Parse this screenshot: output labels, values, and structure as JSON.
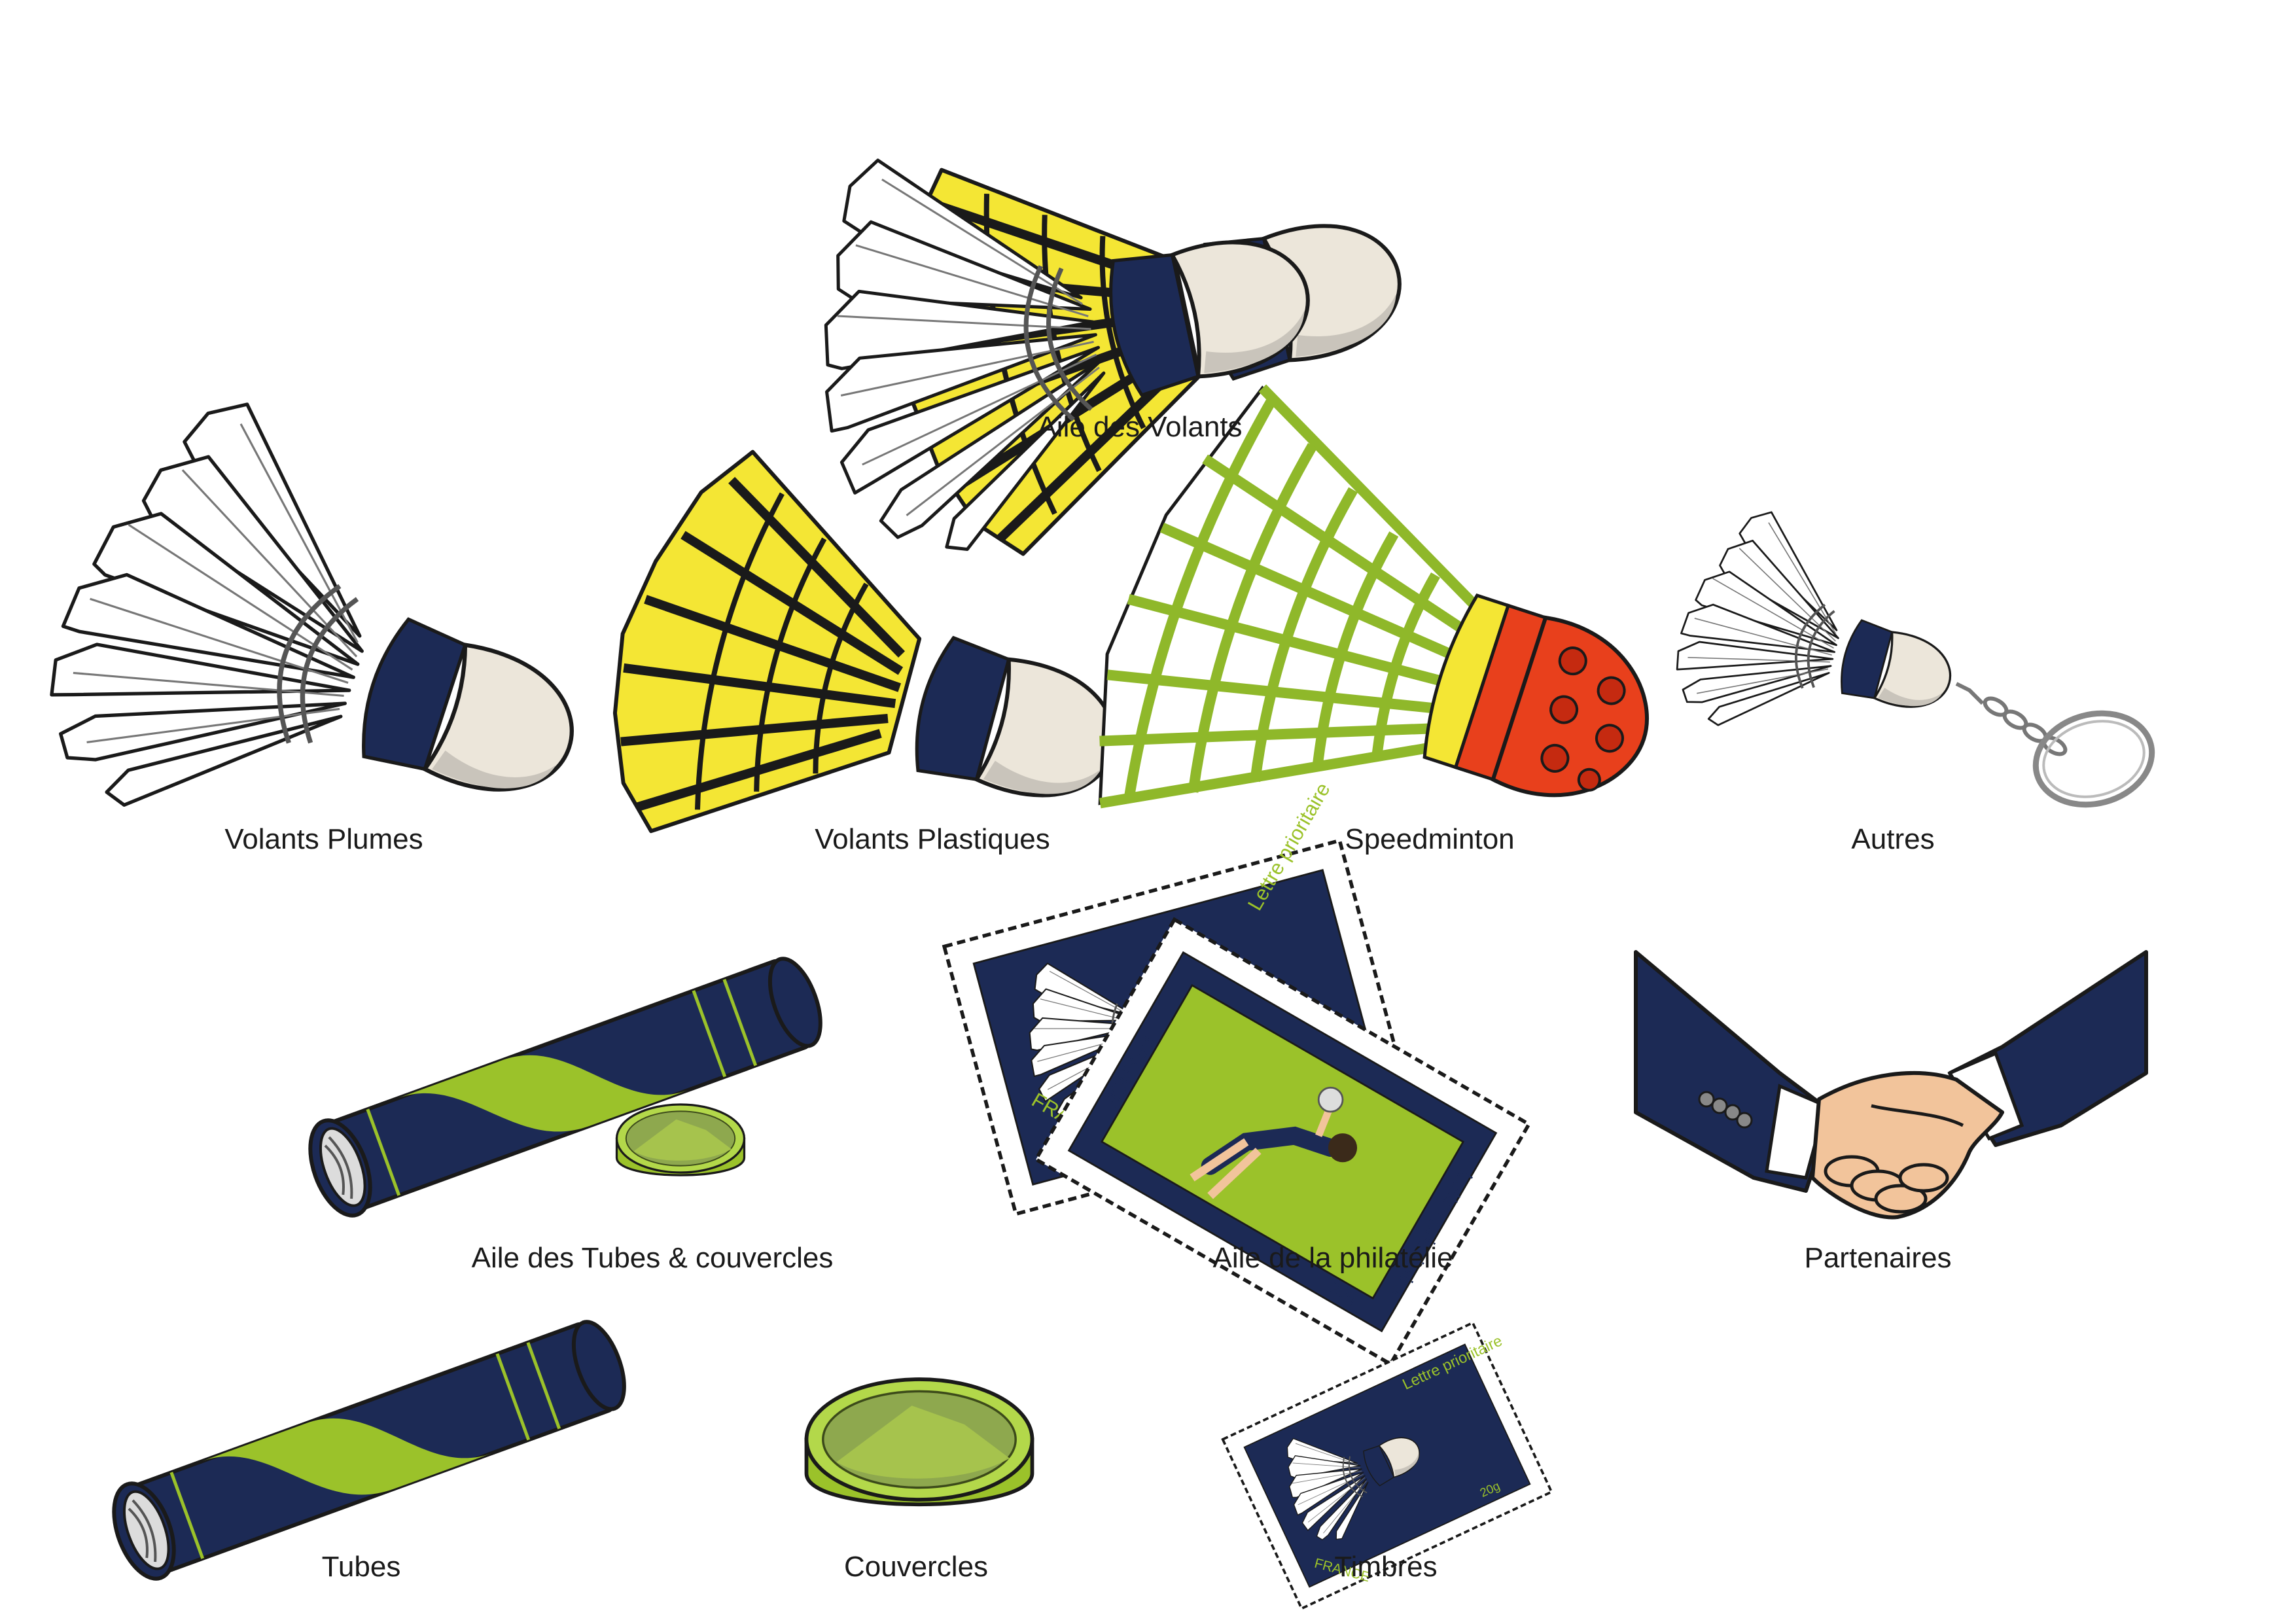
{
  "categories": [
    {
      "id": "aile-volants",
      "label": "Aile des Volants",
      "icon": "shuttlecock-pair-icon"
    },
    {
      "id": "volants-plumes",
      "label": "Volants Plumes",
      "icon": "feather-shuttlecock-icon"
    },
    {
      "id": "volants-plastiques",
      "label": "Volants Plastiques",
      "icon": "plastic-shuttlecock-icon"
    },
    {
      "id": "speedminton",
      "label": "Speedminton",
      "icon": "speedminton-shuttle-icon"
    },
    {
      "id": "autres",
      "label": "Autres",
      "icon": "shuttlecock-keychain-icon"
    },
    {
      "id": "aile-tubes",
      "label": "Aile des Tubes & couvercles",
      "icon": "tube-and-lid-icon"
    },
    {
      "id": "aile-philatelie",
      "label": "Aile de la philatélie",
      "icon": "stamps-icon"
    },
    {
      "id": "partenaires",
      "label": "Partenaires",
      "icon": "handshake-icon"
    },
    {
      "id": "tubes",
      "label": "Tubes",
      "icon": "tube-icon"
    },
    {
      "id": "couvercles",
      "label": "Couvercles",
      "icon": "lid-icon"
    },
    {
      "id": "timbres",
      "label": "Timbres",
      "icon": "stamp-icon"
    }
  ],
  "stamp_text": {
    "mention": "Lettre prioritaire",
    "country": "FRANCE",
    "year": "20g"
  },
  "colors": {
    "navy": "#1c2a55",
    "lime": "#9bc22a",
    "yellow": "#f4e634",
    "red": "#e8401c",
    "cork": "#ece6da",
    "skin": "#f2c49b"
  }
}
